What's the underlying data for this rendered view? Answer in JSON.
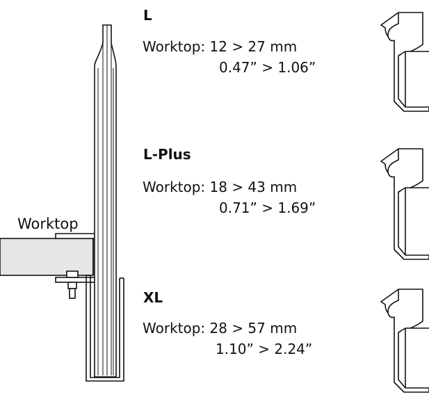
{
  "worktop_label": "Worktop",
  "variants": [
    {
      "title": "L",
      "metric_line": "Worktop: 12 > 27 mm",
      "imperial_line": "0.47” > 1.06”"
    },
    {
      "title": "L-Plus",
      "metric_line": "Worktop: 18 > 43 mm",
      "imperial_line": "0.71” > 1.69”"
    },
    {
      "title": "XL",
      "metric_line": "Worktop: 28 > 57 mm",
      "imperial_line": "1.10” > 2.24”"
    }
  ],
  "colors": {
    "line": "#111111",
    "worktop_fill": "#e6e6e6",
    "rail_fill": "#ffffff"
  }
}
